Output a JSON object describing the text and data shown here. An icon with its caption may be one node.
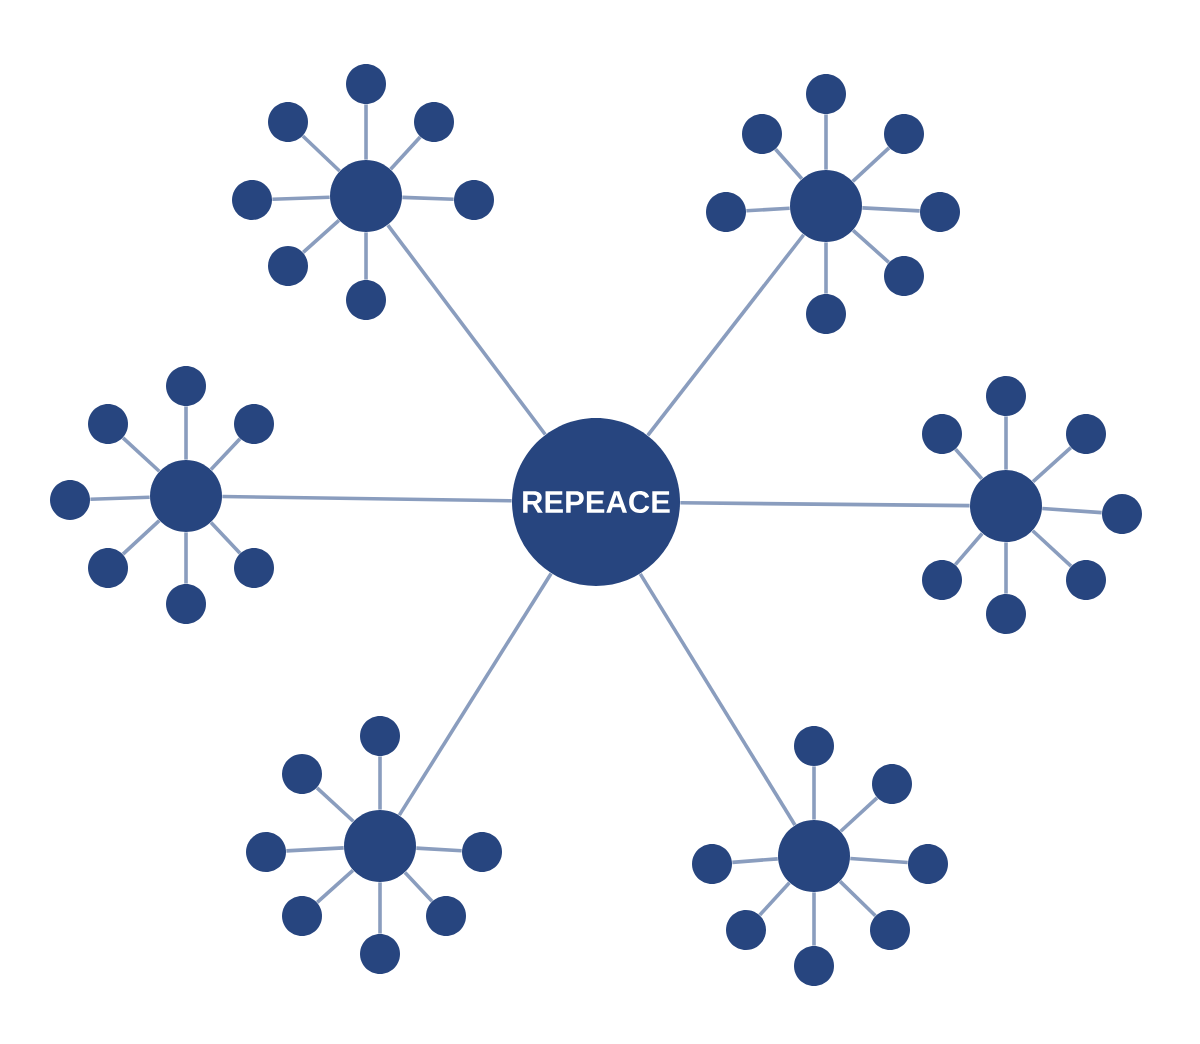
{
  "diagram": {
    "nodes": [
      {
        "text": [
          "REPEACE"
        ]
      },
      {
        "text": [],
        "shape": "circle"
      },
      {
        "text": [],
        "shape": "circle"
      },
      {
        "text": [],
        "shape": "circle"
      },
      {
        "text": [],
        "shape": "circle"
      },
      {
        "text": [],
        "shape": "circle"
      },
      {
        "text": [],
        "shape": "circle"
      },
      {
        "text": [],
        "shape": "circle"
      },
      {
        "text": [],
        "shape": "circle"
      },
      {
        "text": [],
        "shape": "circle"
      },
      {
        "text": [],
        "shape": "circle"
      },
      {
        "text": [],
        "shape": "circle"
      },
      {
        "text": [],
        "shape": "circle"
      },
      {
        "text": [],
        "shape": "circle"
      },
      {
        "text": [],
        "shape": "circle"
      },
      {
        "text": [],
        "shape": "circle"
      },
      {
        "text": [],
        "shape": "circle"
      },
      {
        "text": [],
        "shape": "circle"
      },
      {
        "text": [],
        "shape": "circle"
      },
      {
        "text": [],
        "shape": "circle"
      },
      {
        "text": [],
        "shape": "circle"
      },
      {
        "text": [],
        "shape": "circle"
      },
      {
        "text": [],
        "shape": "circle"
      },
      {
        "text": [],
        "shape": "circle"
      },
      {
        "text": [],
        "shape": "circle"
      },
      {
        "text": [],
        "shape": "circle"
      },
      {
        "text": [],
        "shape": "circle"
      },
      {
        "text": [],
        "shape": "circle"
      },
      {
        "text": [],
        "shape": "circle"
      },
      {
        "text": [],
        "shape": "circle"
      },
      {
        "text": [],
        "shape": "circle"
      },
      {
        "text": [],
        "shape": "circle"
      },
      {
        "text": [],
        "shape": "circle"
      },
      {
        "text": [],
        "shape": "circle"
      },
      {
        "text": [],
        "shape": "circle"
      },
      {
        "text": [],
        "shape": "circle"
      },
      {
        "text": [],
        "shape": "circle"
      },
      {
        "text": [],
        "shape": "circle"
      },
      {
        "text": [],
        "shape": "circle"
      },
      {
        "text": [],
        "shape": "circle"
      },
      {
        "text": [],
        "shape": "circle"
      },
      {
        "text": [],
        "shape": "circle"
      },
      {
        "text": [],
        "shape": "circle"
      },
      {
        "text": [],
        "shape": "circle"
      },
      {
        "text": [],
        "shape": "circle"
      },
      {
        "text": [],
        "shape": "circle"
      },
      {
        "text": [],
        "shape": "circle"
      },
      {
        "text": [],
        "shape": "circle"
      },
      {
        "text": [],
        "shape": "circle"
      }
    ],
    "edges": [
      {
        "from": 0,
        "to": 1,
        "arrow": "none"
      },
      {
        "from": 0,
        "to": 9,
        "arrow": "none"
      },
      {
        "from": 0,
        "to": 17,
        "arrow": "none"
      },
      {
        "from": 0,
        "to": 25,
        "arrow": "none"
      },
      {
        "from": 0,
        "to": 33,
        "arrow": "none"
      },
      {
        "from": 0,
        "to": 41,
        "arrow": "none"
      },
      {
        "from": 1,
        "to": 2,
        "arrow": "none"
      },
      {
        "from": 1,
        "to": 3,
        "arrow": "none"
      },
      {
        "from": 1,
        "to": 4,
        "arrow": "none"
      },
      {
        "from": 1,
        "to": 5,
        "arrow": "none"
      },
      {
        "from": 1,
        "to": 6,
        "arrow": "none"
      },
      {
        "from": 1,
        "to": 7,
        "arrow": "none"
      },
      {
        "from": 1,
        "to": 8,
        "arrow": "none"
      },
      {
        "from": 9,
        "to": 10,
        "arrow": "none"
      },
      {
        "from": 9,
        "to": 11,
        "arrow": "none"
      },
      {
        "from": 9,
        "to": 12,
        "arrow": "none"
      },
      {
        "from": 9,
        "to": 13,
        "arrow": "none"
      },
      {
        "from": 9,
        "to": 14,
        "arrow": "none"
      },
      {
        "from": 9,
        "to": 15,
        "arrow": "none"
      },
      {
        "from": 9,
        "to": 16,
        "arrow": "none"
      },
      {
        "from": 17,
        "to": 18,
        "arrow": "none"
      },
      {
        "from": 17,
        "to": 19,
        "arrow": "none"
      },
      {
        "from": 17,
        "to": 20,
        "arrow": "none"
      },
      {
        "from": 17,
        "to": 21,
        "arrow": "none"
      },
      {
        "from": 17,
        "to": 22,
        "arrow": "none"
      },
      {
        "from": 17,
        "to": 23,
        "arrow": "none"
      },
      {
        "from": 17,
        "to": 24,
        "arrow": "none"
      },
      {
        "from": 25,
        "to": 26,
        "arrow": "none"
      },
      {
        "from": 25,
        "to": 27,
        "arrow": "none"
      },
      {
        "from": 25,
        "to": 28,
        "arrow": "none"
      },
      {
        "from": 25,
        "to": 29,
        "arrow": "none"
      },
      {
        "from": 25,
        "to": 30,
        "arrow": "none"
      },
      {
        "from": 25,
        "to": 31,
        "arrow": "none"
      },
      {
        "from": 25,
        "to": 32,
        "arrow": "none"
      },
      {
        "from": 33,
        "to": 34,
        "arrow": "none"
      },
      {
        "from": 33,
        "to": 35,
        "arrow": "none"
      },
      {
        "from": 33,
        "to": 36,
        "arrow": "none"
      },
      {
        "from": 33,
        "to": 37,
        "arrow": "none"
      },
      {
        "from": 33,
        "to": 38,
        "arrow": "none"
      },
      {
        "from": 33,
        "to": 39,
        "arrow": "none"
      },
      {
        "from": 33,
        "to": 40,
        "arrow": "none"
      },
      {
        "from": 41,
        "to": 42,
        "arrow": "none"
      },
      {
        "from": 41,
        "to": 43,
        "arrow": "none"
      },
      {
        "from": 41,
        "to": 44,
        "arrow": "none"
      },
      {
        "from": 41,
        "to": 45,
        "arrow": "none"
      },
      {
        "from": 41,
        "to": 46,
        "arrow": "none"
      },
      {
        "from": 41,
        "to": 47,
        "arrow": "none"
      },
      {
        "from": 41,
        "to": 48,
        "arrow": "none"
      }
    ]
  }
}
